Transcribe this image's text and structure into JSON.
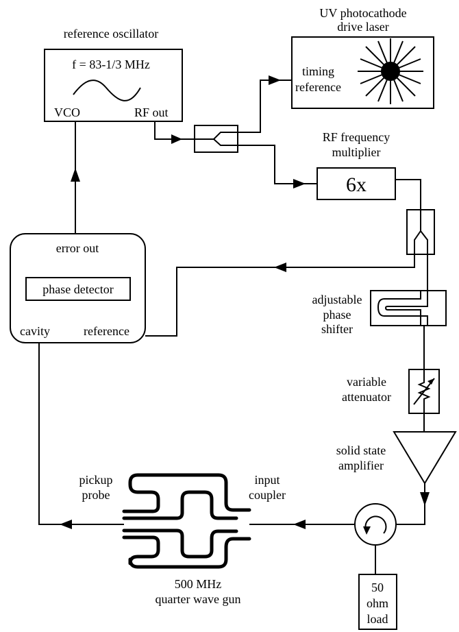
{
  "reference_oscillator": {
    "title": "reference oscillator",
    "frequency": "f = 83-1/3 MHz",
    "vco_label": "VCO",
    "rf_out_label": "RF out"
  },
  "laser": {
    "title_line1": "UV photocathode",
    "title_line2": "drive laser",
    "timing_line1": "timing",
    "timing_line2": "reference"
  },
  "multiplier": {
    "title_line1": "RF frequency",
    "title_line2": "multiplier",
    "factor": "6x"
  },
  "phase_detector_unit": {
    "error_out": "error out",
    "phase_detector": "phase detector",
    "cavity": "cavity",
    "reference": "reference"
  },
  "phase_shifter": {
    "line1": "adjustable",
    "line2": "phase",
    "line3": "shifter"
  },
  "attenuator": {
    "line1": "variable",
    "line2": "attenuator"
  },
  "amplifier": {
    "line1": "solid state",
    "line2": "amplifier"
  },
  "gun": {
    "pickup_line1": "pickup",
    "pickup_line2": "probe",
    "input_line1": "input",
    "input_line2": "coupler",
    "name_line1": "500 MHz",
    "name_line2": "quarter wave gun"
  },
  "load": {
    "line1": "50",
    "line2": "ohm",
    "line3": "load"
  }
}
